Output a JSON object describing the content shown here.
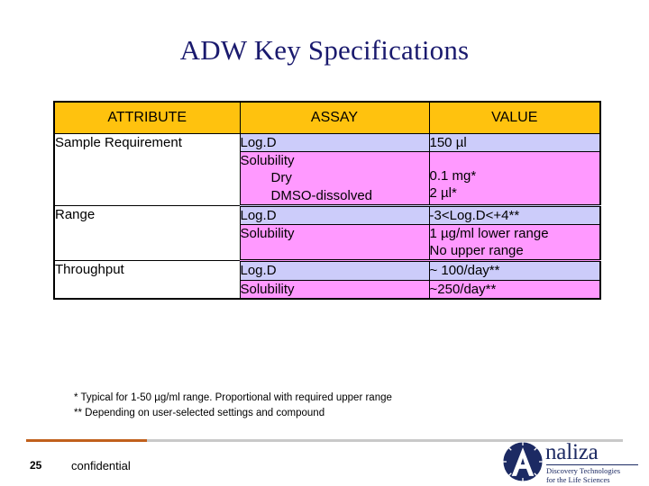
{
  "slide": {
    "title": "ADW Key Specifications",
    "page_number": "25",
    "footer_label": "confidential"
  },
  "colors": {
    "title_navy": "#1a1a6e",
    "header_yellow": "#ffc20e",
    "row_blue": "#ccccfa",
    "row_pink": "#ff99ff",
    "rule_orange": "#c1601c",
    "rule_gray": "#c9c9c9",
    "logo_navy": "#1c2a63"
  },
  "table": {
    "columns": [
      "ATTRIBUTE",
      "ASSAY",
      "VALUE"
    ],
    "rows": [
      {
        "attribute": "Sample Requirement",
        "subrows": [
          {
            "assay": "Log.D",
            "value": "150 µl",
            "tint": "blue"
          },
          {
            "assay_main": "Solubility",
            "assay_items": [
              "Dry",
              "DMSO-dissolved"
            ],
            "value_items": [
              "0.1 mg*",
              "2 µl*"
            ],
            "tint": "pink"
          }
        ]
      },
      {
        "attribute": "Range",
        "subrows": [
          {
            "assay": "Log.D",
            "value": "-3<Log.D<+4**",
            "tint": "blue"
          },
          {
            "assay": "Solubility",
            "value_items": [
              "1 µg/ml lower range",
              "No upper range"
            ],
            "tint": "pink"
          }
        ]
      },
      {
        "attribute": "Throughput",
        "subrows": [
          {
            "assay": "Log.D",
            "value": "~ 100/day**",
            "tint": "blue"
          },
          {
            "assay": "Solubility",
            "value": "~250/day**",
            "tint": "pink"
          }
        ]
      }
    ]
  },
  "footnotes": [
    "* Typical for 1-50 µg/ml range. Proportional with required upper range",
    "** Depending on user-selected settings and compound"
  ],
  "logo": {
    "mark_letter": "A",
    "wordmark": "naliza",
    "tagline_line1": "Discovery Technologies",
    "tagline_line2": "for the Life Sciences"
  }
}
